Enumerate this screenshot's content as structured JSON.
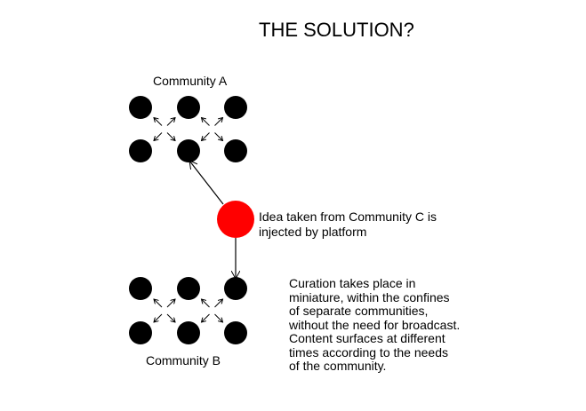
{
  "title": "THE SOLUTION?",
  "community_a_label": "Community A",
  "community_b_label": "Community B",
  "idea_lines": [
    "Idea taken from Community C is",
    "injected by platform"
  ],
  "curation_lines": [
    "Curation takes place in",
    "miniature, within the confines",
    "of separate communities,",
    "without the need for broadcast.",
    "Content surfaces at different",
    "times according to the needs",
    "of the community."
  ],
  "colors": {
    "node": "#000000",
    "idea_node": "#ff0000"
  }
}
